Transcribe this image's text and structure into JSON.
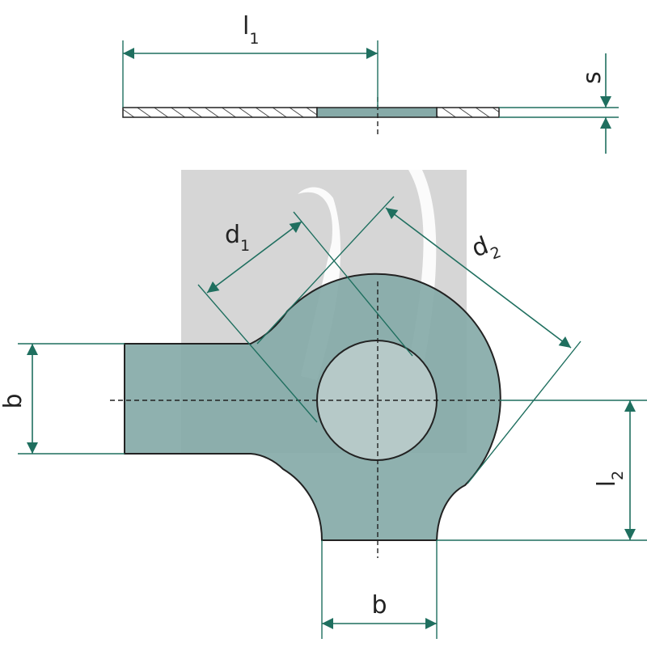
{
  "labels": {
    "l1": {
      "main": "l",
      "sub": "1"
    },
    "s": {
      "main": "s"
    },
    "d1": {
      "main": "d",
      "sub": "1"
    },
    "d2": {
      "main": "d",
      "sub": "2"
    },
    "b_left": {
      "main": "b"
    },
    "b_bottom": {
      "main": "b"
    },
    "l2": {
      "main": "l",
      "sub": "2"
    }
  },
  "colors": {
    "part_fill": "#86aaa8",
    "hole_fill": "#bdcecd",
    "dim_line": "#1f6f5f",
    "outline": "#222222",
    "watermark": "#d6d6d6"
  }
}
